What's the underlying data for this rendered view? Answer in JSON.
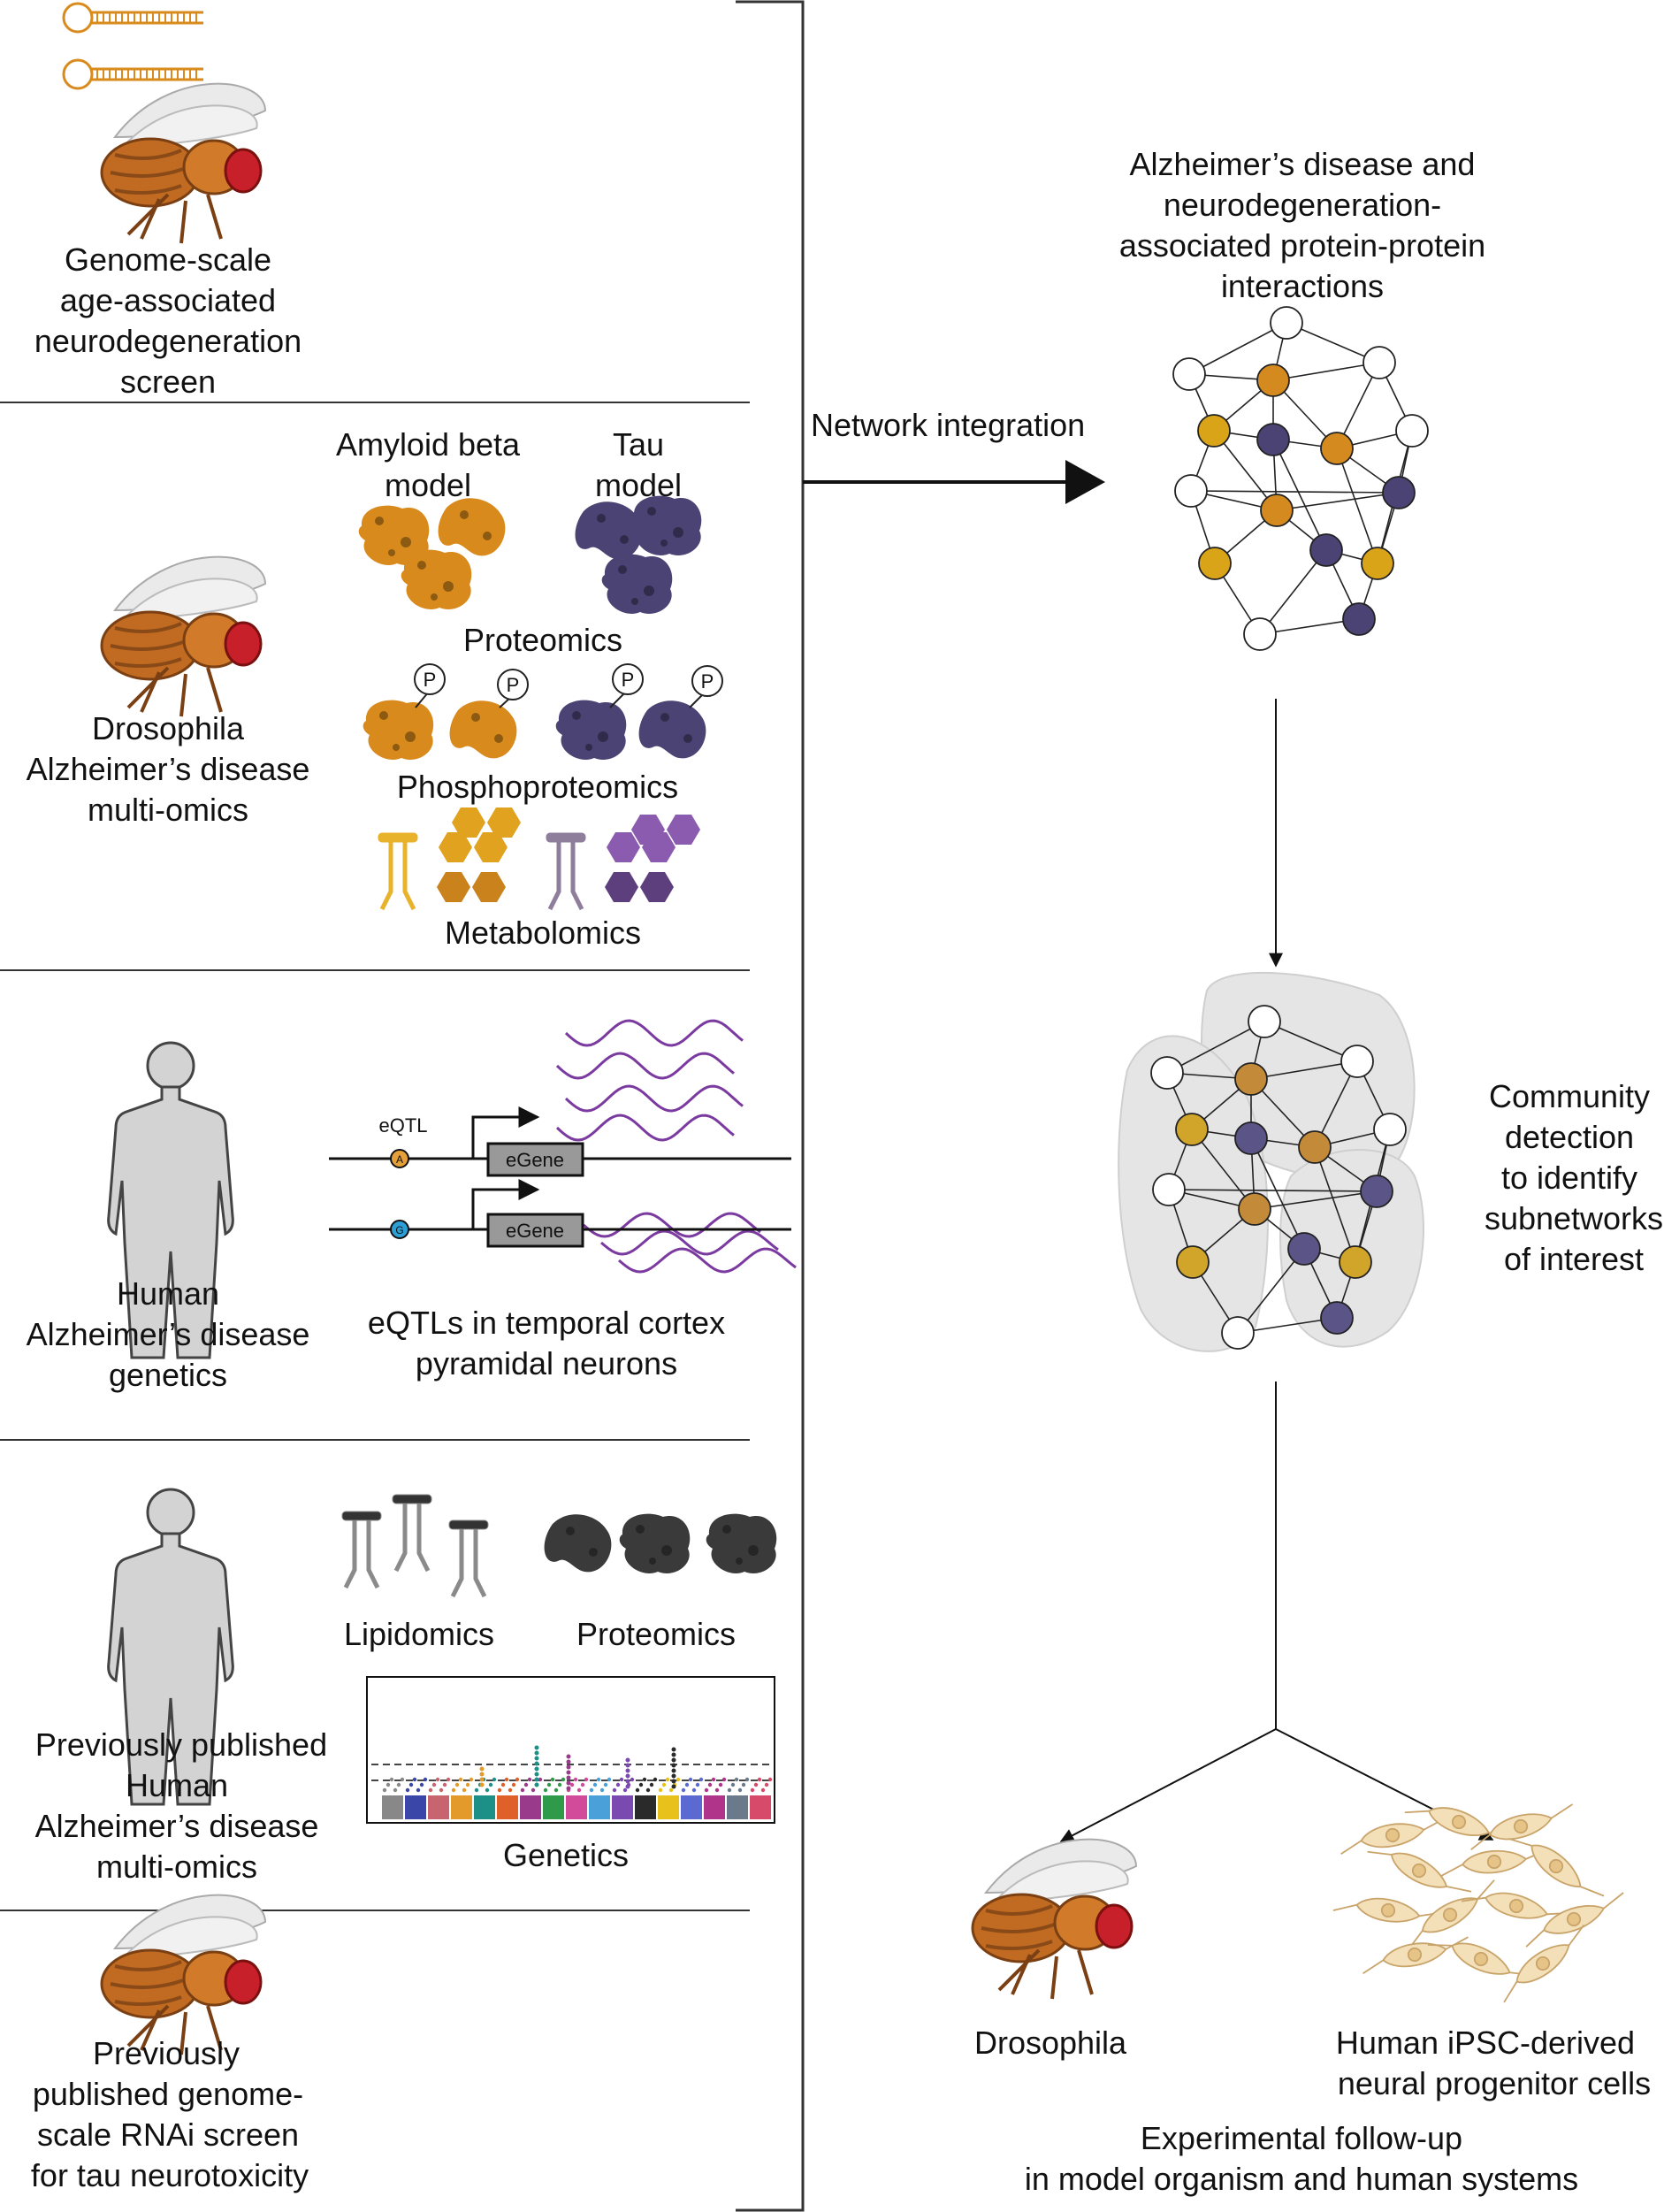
{
  "panels": {
    "rnai_screen": {
      "label_lines": [
        "Genome-scale",
        "age-associated",
        "neurodegeneration",
        "screen"
      ]
    },
    "drosophila_omics": {
      "label_lines": [
        "Drosophila",
        "Alzheimer’s disease",
        "multi-omics"
      ],
      "amyloid_label_lines": [
        "Amyloid beta",
        "model"
      ],
      "tau_label_lines": [
        "Tau",
        "model"
      ],
      "proteomics_label": "Proteomics",
      "phospho_label": "Phosphoproteomics",
      "phospho_marker": "P",
      "metabolomics_label": "Metabolomics"
    },
    "human_genetics": {
      "label_lines": [
        "Human",
        "Alzheimer’s disease",
        "genetics"
      ],
      "eqtl_label": "eQTL",
      "allele_a": "A",
      "allele_g": "G",
      "egene_label": "eGene",
      "caption_lines": [
        "eQTLs in temporal cortex",
        "pyramidal neurons"
      ]
    },
    "human_published_omics": {
      "label_lines": [
        "Previously published",
        "Human",
        "Alzheimer’s disease",
        "multi-omics"
      ],
      "lipidomics_label": "Lipidomics",
      "proteomics_label": "Proteomics",
      "genetics_label": "Genetics"
    },
    "tau_screen": {
      "label_lines": [
        "Previously",
        "published genome-",
        "scale RNAi screen",
        "for tau neurotoxicity"
      ]
    }
  },
  "flow": {
    "integration_label": "Network integration",
    "network_title_lines": [
      "Alzheimer’s disease and",
      "neurodegeneration-",
      "associated protein-protein",
      "interactions"
    ],
    "community_label_lines": [
      "Community",
      "detection",
      "to identify",
      "subnetworks",
      "of interest"
    ],
    "drosophila_label": "Drosophila",
    "ipsc_label_lines": [
      "Human iPSC-derived",
      "neural progenitor cells"
    ],
    "followup_label_lines": [
      "Experimental follow-up",
      "in model organism and human systems"
    ]
  },
  "colors": {
    "amyloid": "#d98a1d",
    "tau": "#4b4373",
    "gold_node": "#d9a418",
    "orange_node": "#d48a1e",
    "purple_node": "#4b4373",
    "lipid_gold": "#e8b22a",
    "purple_metab": "#8b5bb0",
    "eqtl_wave": "#7b3aa0",
    "fly_body": "#c06a22",
    "fly_eye": "#c8202a",
    "line": "#333333",
    "community_fill": "#e5e5e5"
  }
}
